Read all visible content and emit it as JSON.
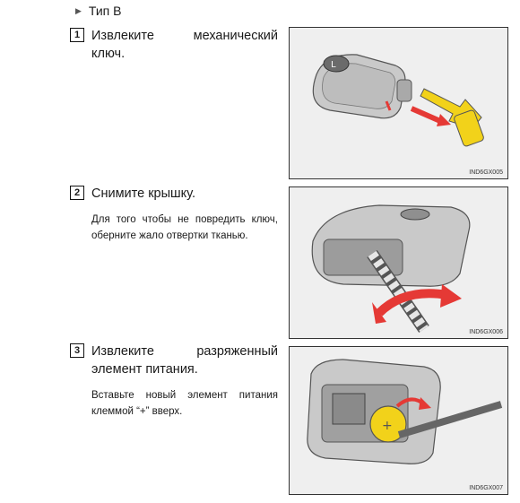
{
  "section_header": "Тип B",
  "steps": [
    {
      "number": "1",
      "title": "Извлеките механический ключ.",
      "note": "",
      "figure_code": "IND6GX005"
    },
    {
      "number": "2",
      "title": "Снимите крышку.",
      "note": "Для того чтобы не повредить ключ, оберните жало отвертки тканью.",
      "figure_code": "IND6GX006"
    },
    {
      "number": "3",
      "title": "Извлеките разряженный элемент питания.",
      "note": "Вставьте новый элемент питания клеммой “+” вверх.",
      "figure_code": "IND6GX007"
    }
  ]
}
